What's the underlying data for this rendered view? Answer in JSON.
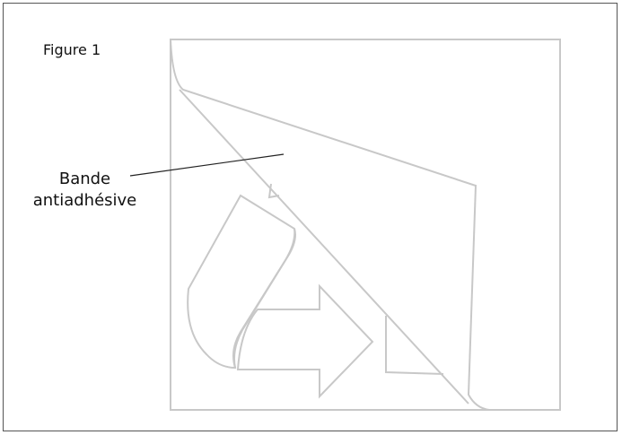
{
  "figure": {
    "title": "Figure 1",
    "callout": {
      "line1": "Bande",
      "line2": "antiadhésive"
    }
  },
  "colors": {
    "drawing_stroke": "#c8c8c8",
    "leader_line": "#222222",
    "frame_border": "#555555",
    "text": "#111111"
  }
}
